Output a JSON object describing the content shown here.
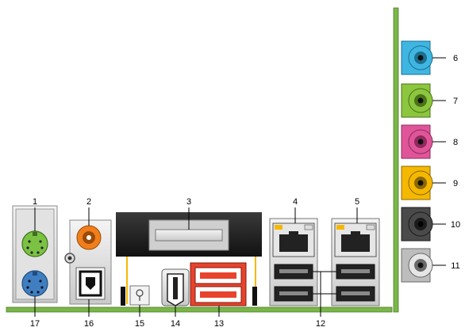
{
  "labels": {
    "l1": "1",
    "l2": "2",
    "l3": "3",
    "l4": "4",
    "l5": "5",
    "l6": "6",
    "l7": "7",
    "l8": "8",
    "l9": "9",
    "l10": "10",
    "l11": "11",
    "l12": "12",
    "l13": "13",
    "l14": "14",
    "l15": "15",
    "l16": "16",
    "l17": "17"
  },
  "colors": {
    "board": "#7ab648",
    "ps2_mouse": "#7cc242",
    "ps2_keyboard": "#3f7fc1",
    "coax": "#f07f1b",
    "esata": "#e8432c",
    "audio_blue": "#3fb6e2",
    "audio_green": "#8cc63f",
    "audio_pink": "#e0559a",
    "audio_orange": "#f5b800",
    "audio_black": "#4a4a4a",
    "audio_gray": "#bdbdbd",
    "lan_led": "#f5b800"
  }
}
